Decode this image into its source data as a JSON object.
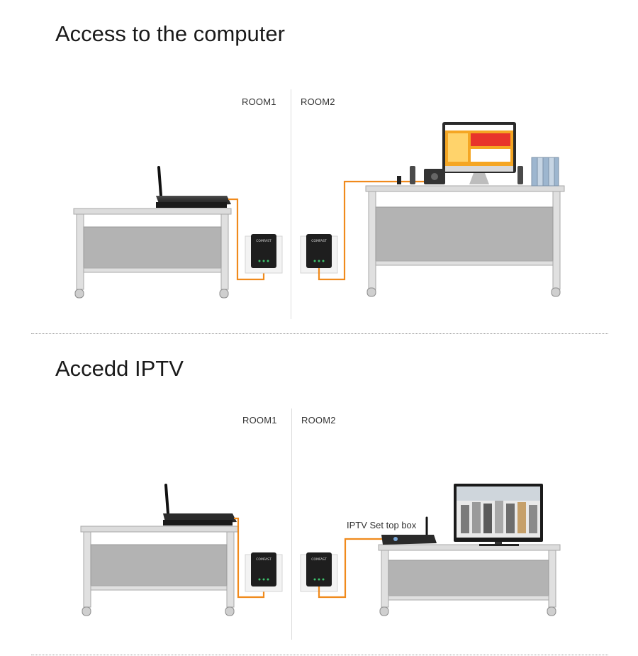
{
  "sections": [
    {
      "title": "Access to the computer",
      "room1": "ROOM1",
      "room2": "ROOM2",
      "adapter_brand": "COMFAST"
    },
    {
      "title": "Accedd IPTV",
      "room1": "ROOM1",
      "room2": "ROOM2",
      "adapter_brand": "COMFAST",
      "device_caption": "IPTV Set top box"
    }
  ],
  "colors": {
    "cable": "#f08a1c",
    "table_frame": "#d6d6d6",
    "table_panel": "#b5b5b5",
    "adapter_body": "#1e1e1e",
    "adapter_plate": "#f2f2f2",
    "led": "#3ec46d"
  }
}
